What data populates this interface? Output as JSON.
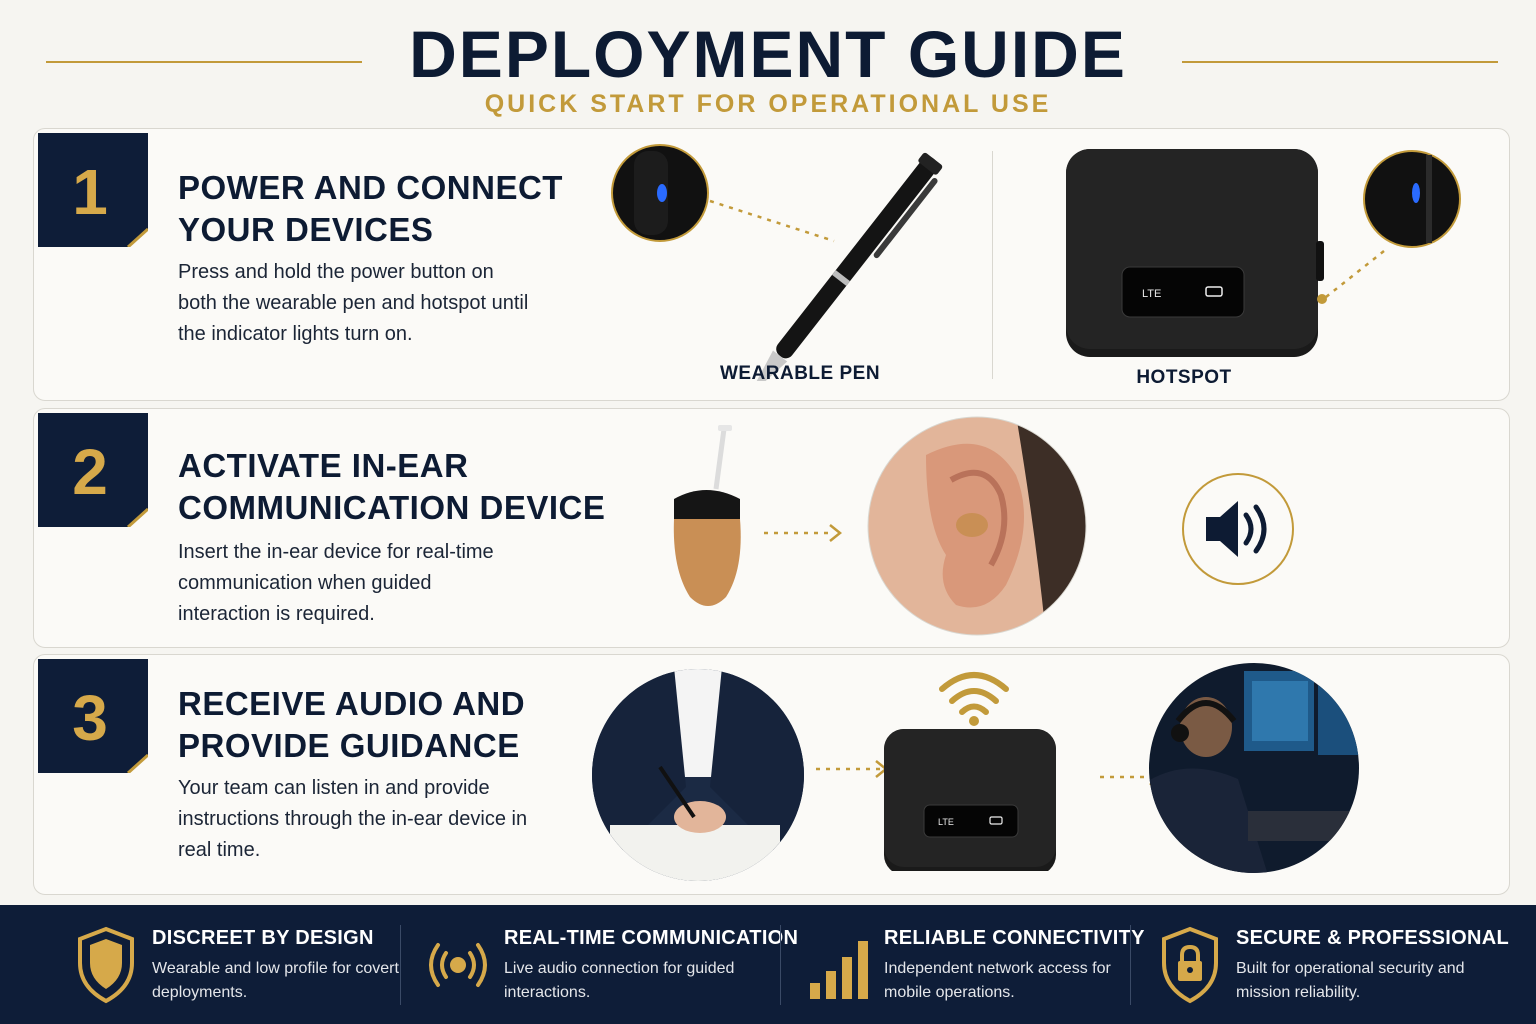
{
  "header": {
    "title": "DEPLOYMENT GUIDE",
    "subtitle": "QUICK START FOR OPERATIONAL USE"
  },
  "colors": {
    "navy": "#0d1b33",
    "gold": "#c29a3a",
    "background": "#f6f5f1",
    "footer": "#0e1d38"
  },
  "steps": [
    {
      "number": "1",
      "title_line1": "POWER AND CONNECT",
      "title_line2": "YOUR DEVICES",
      "body": "Press and hold the power button on both the wearable pen and hotspot until the indicator lights turn on.",
      "devices": [
        {
          "label": "WEARABLE PEN",
          "icon": "pen-icon"
        },
        {
          "label": "HOTSPOT",
          "icon": "hotspot-icon"
        }
      ],
      "hotspot_screen": "LTE"
    },
    {
      "number": "2",
      "title_line1": "ACTIVATE IN-EAR",
      "title_line2": "COMMUNICATION DEVICE",
      "body": "Insert the in-ear device for real-time communication when guided interaction is required.",
      "icons": [
        "earpiece-icon",
        "ear-icon",
        "speaker-icon"
      ]
    },
    {
      "number": "3",
      "title_line1": "RECEIVE AUDIO AND",
      "title_line2": "PROVIDE GUIDANCE",
      "body": "Your team can listen in and provide instructions through the in-ear device in real time.",
      "icons": [
        "writing-person-icon",
        "wifi-icon",
        "hotspot-icon",
        "operator-icon"
      ],
      "hotspot_screen": "LTE"
    }
  ],
  "features": [
    {
      "title": "DISCREET BY DESIGN",
      "body": "Wearable and low profile for covert deployments.",
      "icon": "shield-icon"
    },
    {
      "title": "REAL-TIME COMMUNICATION",
      "body": "Live audio connection for guided interactions.",
      "icon": "broadcast-icon"
    },
    {
      "title": "RELIABLE CONNECTIVITY",
      "body": "Independent network access for mobile operations.",
      "icon": "signal-bars-icon"
    },
    {
      "title": "SECURE & PROFESSIONAL",
      "body": "Built for operational security and mission reliability.",
      "icon": "lock-shield-icon"
    }
  ]
}
